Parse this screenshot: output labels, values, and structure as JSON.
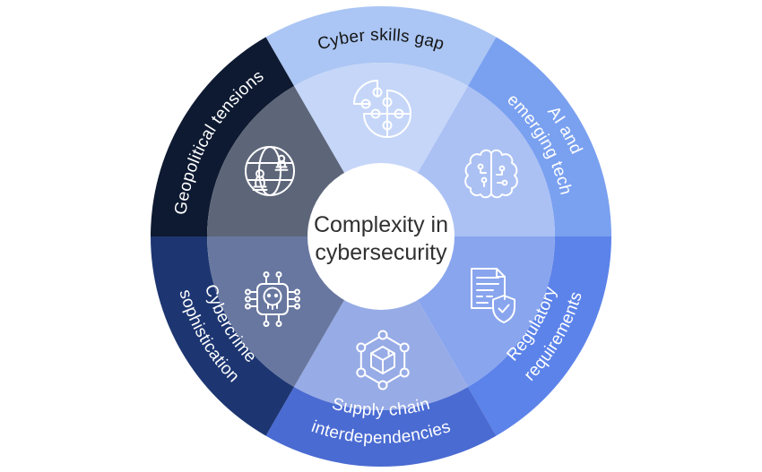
{
  "diagram": {
    "type": "radial-wheel",
    "center": {
      "line1": "Complexity in",
      "line2": "cybersecurity",
      "bg_color": "#ffffff",
      "text_color": "#303030"
    },
    "sectors": [
      {
        "id": "cyber-skills-gap",
        "label": "Cyber skills gap",
        "label2": "",
        "band_color": "#abc6f4",
        "inner_color": "#c5d6f8",
        "text_color": "#141414",
        "icon": "puzzle-icon"
      },
      {
        "id": "ai-and-emerging-tech",
        "label": "AI and",
        "label2": "emerging tech",
        "band_color": "#7aa0f0",
        "inner_color": "#abc1f4",
        "text_color": "#ffffff",
        "icon": "brain-icon"
      },
      {
        "id": "regulatory-requirements",
        "label": "Regulatory",
        "label2": "requirements",
        "band_color": "#5c83e9",
        "inner_color": "#89a5ee",
        "text_color": "#ffffff",
        "icon": "document-shield-icon"
      },
      {
        "id": "supply-chain-interdependencies",
        "label": "Supply chain",
        "label2": "interdependencies",
        "band_color": "#4a6bd2",
        "inner_color": "#97abe6",
        "text_color": "#ffffff",
        "icon": "cube-network-icon"
      },
      {
        "id": "cybercrime-sophistication",
        "label": "Cybercrime",
        "label2": "sophistication",
        "band_color": "#1d3672",
        "inner_color": "#68779f",
        "text_color": "#ffffff",
        "icon": "skull-chip-icon"
      },
      {
        "id": "geopolitical-tensions",
        "label": "Geopolitical tensions",
        "label2": "",
        "band_color": "#0e1a31",
        "inner_color": "#5d6679",
        "text_color": "#ffffff",
        "icon": "globe-chess-icon"
      }
    ]
  }
}
